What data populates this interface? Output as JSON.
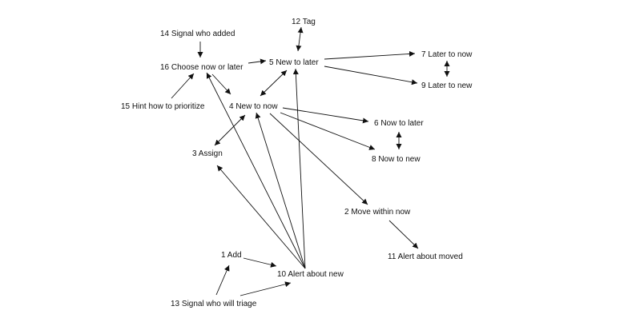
{
  "diagram": {
    "colors": {
      "line": "#111111",
      "text": "#111111",
      "background": "#ffffff"
    },
    "nodes": [
      {
        "id": "n12",
        "label": "12 Tag"
      },
      {
        "id": "n14",
        "label": "14 Signal who added"
      },
      {
        "id": "n16",
        "label": "16 Choose now or later"
      },
      {
        "id": "n5",
        "label": "5 New to later"
      },
      {
        "id": "n7",
        "label": "7 Later to now"
      },
      {
        "id": "n9",
        "label": "9 Later to new"
      },
      {
        "id": "n15",
        "label": "15 Hint how to prioritize"
      },
      {
        "id": "n4",
        "label": "4 New to now"
      },
      {
        "id": "n6",
        "label": "6 Now to later"
      },
      {
        "id": "n8",
        "label": "8 Now to new"
      },
      {
        "id": "n3",
        "label": "3 Assign"
      },
      {
        "id": "n2",
        "label": "2 Move within now"
      },
      {
        "id": "n1",
        "label": "1 Add"
      },
      {
        "id": "n11",
        "label": "11 Alert about moved"
      },
      {
        "id": "n10",
        "label": "10 Alert about new"
      },
      {
        "id": "n13",
        "label": "13 Signal who will triage"
      }
    ],
    "edges": [
      {
        "from": "n5",
        "to": "n12",
        "bidirectional": true
      },
      {
        "from": "n14",
        "to": "n16",
        "bidirectional": false
      },
      {
        "from": "n16",
        "to": "n5",
        "bidirectional": false
      },
      {
        "from": "n5",
        "to": "n7",
        "bidirectional": false
      },
      {
        "from": "n5",
        "to": "n9",
        "bidirectional": false
      },
      {
        "from": "n7",
        "to": "n9",
        "bidirectional": true
      },
      {
        "from": "n15",
        "to": "n16",
        "bidirectional": false
      },
      {
        "from": "n16",
        "to": "n4",
        "bidirectional": false
      },
      {
        "from": "n4",
        "to": "n5",
        "bidirectional": true
      },
      {
        "from": "n4",
        "to": "n6",
        "bidirectional": false
      },
      {
        "from": "n4",
        "to": "n8",
        "bidirectional": false
      },
      {
        "from": "n6",
        "to": "n8",
        "bidirectional": true
      },
      {
        "from": "n4",
        "to": "n3",
        "bidirectional": true
      },
      {
        "from": "n4",
        "to": "n2",
        "bidirectional": false
      },
      {
        "from": "n2",
        "to": "n11",
        "bidirectional": false
      },
      {
        "from": "n1",
        "to": "n10",
        "bidirectional": false
      },
      {
        "from": "n13",
        "to": "n1",
        "bidirectional": false
      },
      {
        "from": "n13",
        "to": "n10",
        "bidirectional": false
      },
      {
        "from": "n10",
        "to": "n3",
        "bidirectional": false
      },
      {
        "from": "n10",
        "to": "n16",
        "bidirectional": false
      },
      {
        "from": "n10",
        "to": "n4",
        "bidirectional": false
      },
      {
        "from": "n10",
        "to": "n5",
        "bidirectional": false
      }
    ]
  }
}
